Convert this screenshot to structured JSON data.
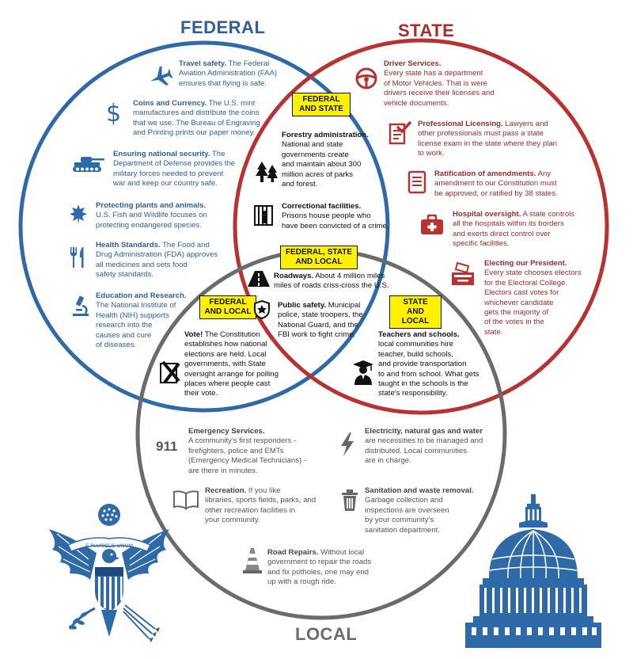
{
  "headings": {
    "federal": "FEDERAL",
    "state": "STATE",
    "local": "LOCAL"
  },
  "tags": {
    "federal_state": [
      "FEDERAL",
      "AND STATE"
    ],
    "federal_state_local": [
      "FEDERAL, STATE",
      "AND LOCAL"
    ],
    "federal_local": [
      "FEDERAL",
      "AND LOCAL"
    ],
    "state_local": [
      "STATE",
      "AND LOCAL"
    ]
  },
  "federal": [
    {
      "icon": "airplane-icon",
      "title": "Travel safety.",
      "lines": [
        " The Federal",
        "Aviation Administration (FAA)",
        "ensures that flying is safe."
      ]
    },
    {
      "icon": "dollar-sign-icon",
      "title": "Coins and Currency.",
      "lines": [
        " The U.S. mint",
        "manufactures and distribute the coins",
        "that we use. The Bureau of Engraving",
        "and Printing prints our paper money."
      ]
    },
    {
      "icon": "tank-icon",
      "title": "Ensuring national security.",
      "lines": [
        " The",
        "Department of Defense provides the",
        "military forces needed to prevent",
        "war and keep our country safe."
      ]
    },
    {
      "icon": "leaf-icon",
      "title": "Protecting plants and animals.",
      "lines": [
        "",
        "U.S. Fish and Wildlife focuses on",
        "protecting endangered species."
      ]
    },
    {
      "icon": "fork-knife-icon",
      "title": "Health Standards.",
      "lines": [
        " The Food and",
        "Drug Administration (FDA) approves",
        "all medicines and sets food",
        "safety standards."
      ]
    },
    {
      "icon": "microscope-icon",
      "title": "Education and Research.",
      "lines": [
        "",
        "The National Institute of",
        "Health (NIH) supports",
        "research into the",
        "causes and cure",
        "of diseases."
      ]
    }
  ],
  "state": [
    {
      "icon": "steering-wheel-icon",
      "title": "Driver Services.",
      "lines": [
        "",
        "Every state has a department",
        "of Motor Vehicles. That is were",
        "drivers receive their licenses and",
        "vehicle documents."
      ]
    },
    {
      "icon": "license-checkmark-icon",
      "title": "Professional Licensing.",
      "lines": [
        " Lawyers and",
        "other professionals must pass a state",
        "license exam in the state where they plan",
        "to work."
      ]
    },
    {
      "icon": "document-icon",
      "title": "Ratification of amendments.",
      "lines": [
        " Any",
        "amendment to our Constitution must",
        "be approved, or ratified by 38 states."
      ]
    },
    {
      "icon": "medical-kit-icon",
      "title": "Hospital oversight.",
      "lines": [
        " A state controls",
        "all the hospitals within its borders",
        "and exerts direct control over",
        "specific facilities."
      ]
    },
    {
      "icon": "ballot-box-icon",
      "title": "Electing our President.",
      "lines": [
        "",
        "Every state chooses electors",
        "for the Electoral College.",
        "Electors cast votes for",
        "whichever candidate",
        "gets the majority of",
        "of the votes in the",
        "state."
      ]
    }
  ],
  "federal_state": [
    {
      "icon": "trees-icon",
      "title": "Forestry administration.",
      "lines": [
        "",
        "National and state",
        "governments create",
        "and maintain about 300",
        "million acres of parks",
        "and forest."
      ]
    },
    {
      "icon": "prison-bars-icon",
      "title": "Correctional facilities.",
      "lines": [
        "",
        "Prisons house people who",
        "have been convicted of a crime."
      ]
    }
  ],
  "federal_state_local": [
    {
      "icon": "road-icon",
      "title": "Roadways.",
      "lines": [
        " About 4 million miles",
        "miles of roads criss-cross the U.S."
      ]
    },
    {
      "icon": "police-badge-icon",
      "title": "Public safety.",
      "lines": [
        " Municipal",
        "police, state troopers, the",
        "National Guard, and the",
        "FBI work to fight crime."
      ]
    }
  ],
  "federal_local": [
    {
      "icon": "ballot-x-icon",
      "title": "Vote!",
      "lines": [
        " The Constitution",
        "establishes how national",
        "elections are held. Local",
        "governments, with State",
        "oversight arrange for polling",
        "places where people cast",
        "their vote."
      ]
    }
  ],
  "state_local": [
    {
      "icon": "graduate-icon",
      "title": "Teachers and schools.",
      "lines": [
        "",
        "local communities hire",
        "teacher, build schools,",
        "and provide transportation",
        "to and from school. What gets",
        "taught in the schools is the",
        "state's responsibility."
      ]
    }
  ],
  "local": [
    {
      "icon": "911",
      "title": "Emergency Services.",
      "lines": [
        "",
        "A community's first responders -",
        "firefighters, police and EMTs",
        "(Emergency Medical Technicians) -",
        "are there in minutes."
      ]
    },
    {
      "icon": "lightning-bolt-icon",
      "title": "Electricity, natural gas and water",
      "lines": [
        "",
        "are necessities to be managed and",
        "distributed. Local communities",
        "are in charge."
      ]
    },
    {
      "icon": "open-book-icon",
      "title": "Recreation.",
      "lines": [
        " If you like",
        "libraries, sports fields, parks, and",
        "other recreation facilities in",
        "your community."
      ]
    },
    {
      "icon": "trash-can-icon",
      "title": "Sanitation and waste removal.",
      "lines": [
        "",
        "Garbage collection and",
        "inspections are overseen",
        "by your community's",
        "sanitation department."
      ]
    },
    {
      "icon": "traffic-cone-icon",
      "title": "Road Repairs.",
      "lines": [
        " Without local",
        "government to repair the roads",
        "and fix potholes, one may end",
        "up  with a rough ride."
      ]
    }
  ],
  "seal": {
    "motto": "E PLURIBUS UNUM"
  },
  "colors": {
    "federal": "#2f6aa8",
    "state": "#b83232",
    "local": "#6b6b6b",
    "tag": "#fff200"
  }
}
